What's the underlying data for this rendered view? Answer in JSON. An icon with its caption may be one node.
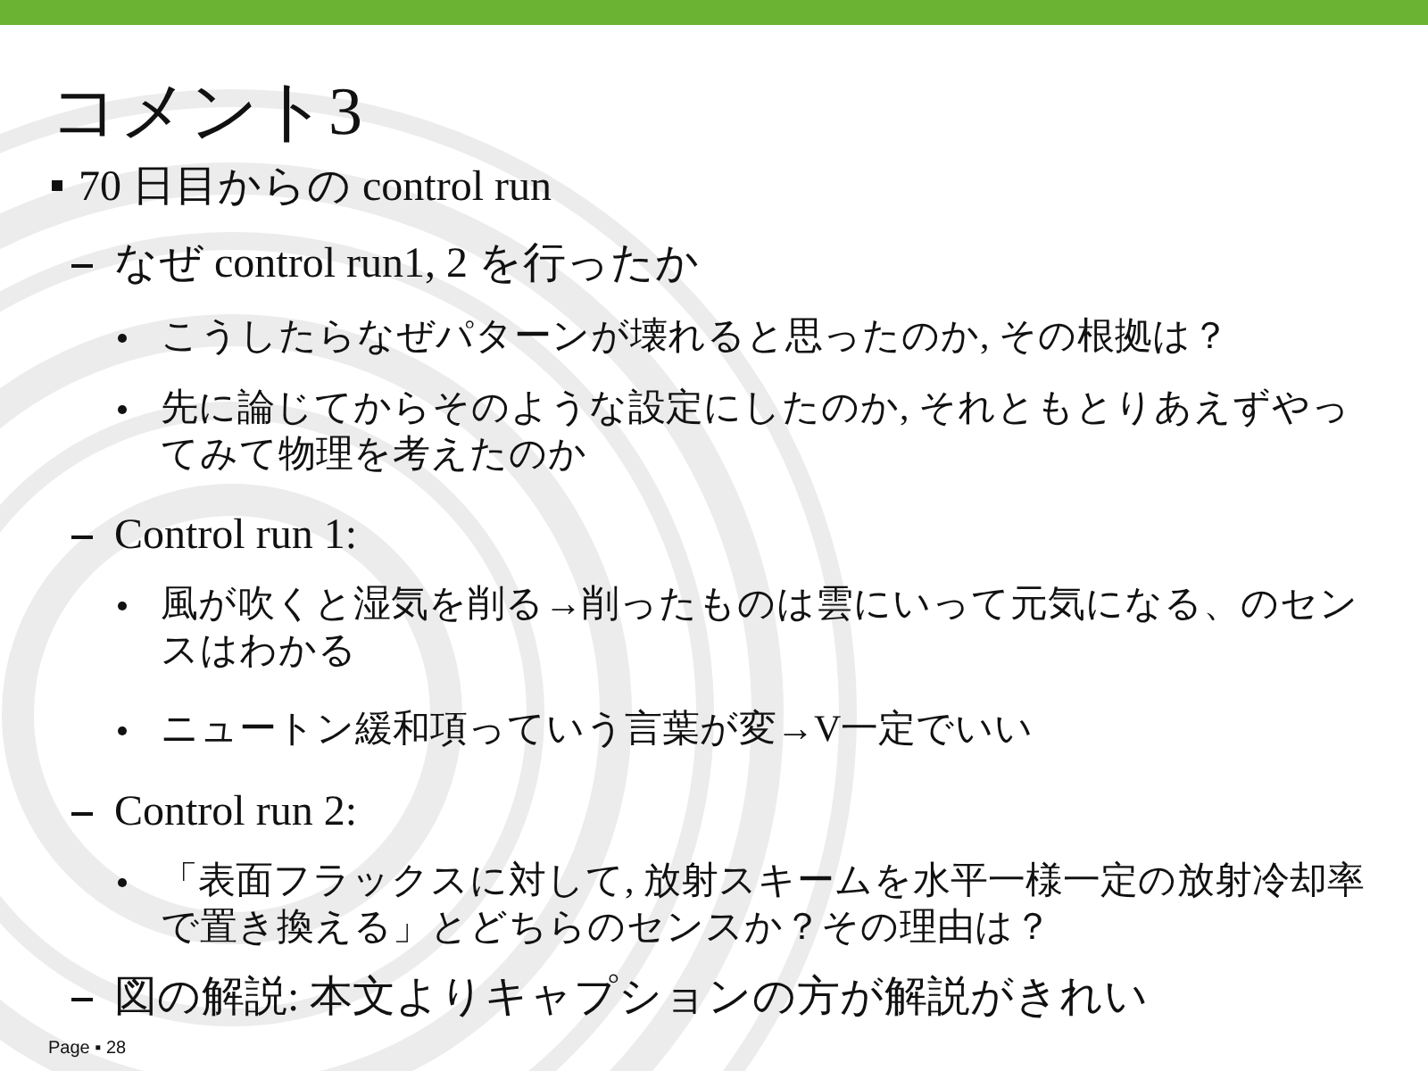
{
  "diagram": {
    "title": "コメント3",
    "labels": [
      "70 日目からの control run",
      "なぜ control run1, 2 を行ったか",
      "こうしたらなぜパターンが壊れると思ったのか, その根拠は？",
      "先に論じてからそのような設定にしたのか, それともとりあえずやってみて物理を考えたのか",
      "Control run 1:",
      "風が吹くと湿気を削る→削ったものは雲にいって元気になる、のセンスはわかる",
      "ニュートン緩和項っていう言葉が変→V一定でいい",
      "Control run 2:",
      "「表面フラックスに対して, 放射スキームを水平一様一定の放射冷却率で置き換える」とどちらのセンスか？その理由は？",
      "図の解説: 本文よりキャプションの方が解説がきれい",
      "Page ▪ 28"
    ]
  }
}
